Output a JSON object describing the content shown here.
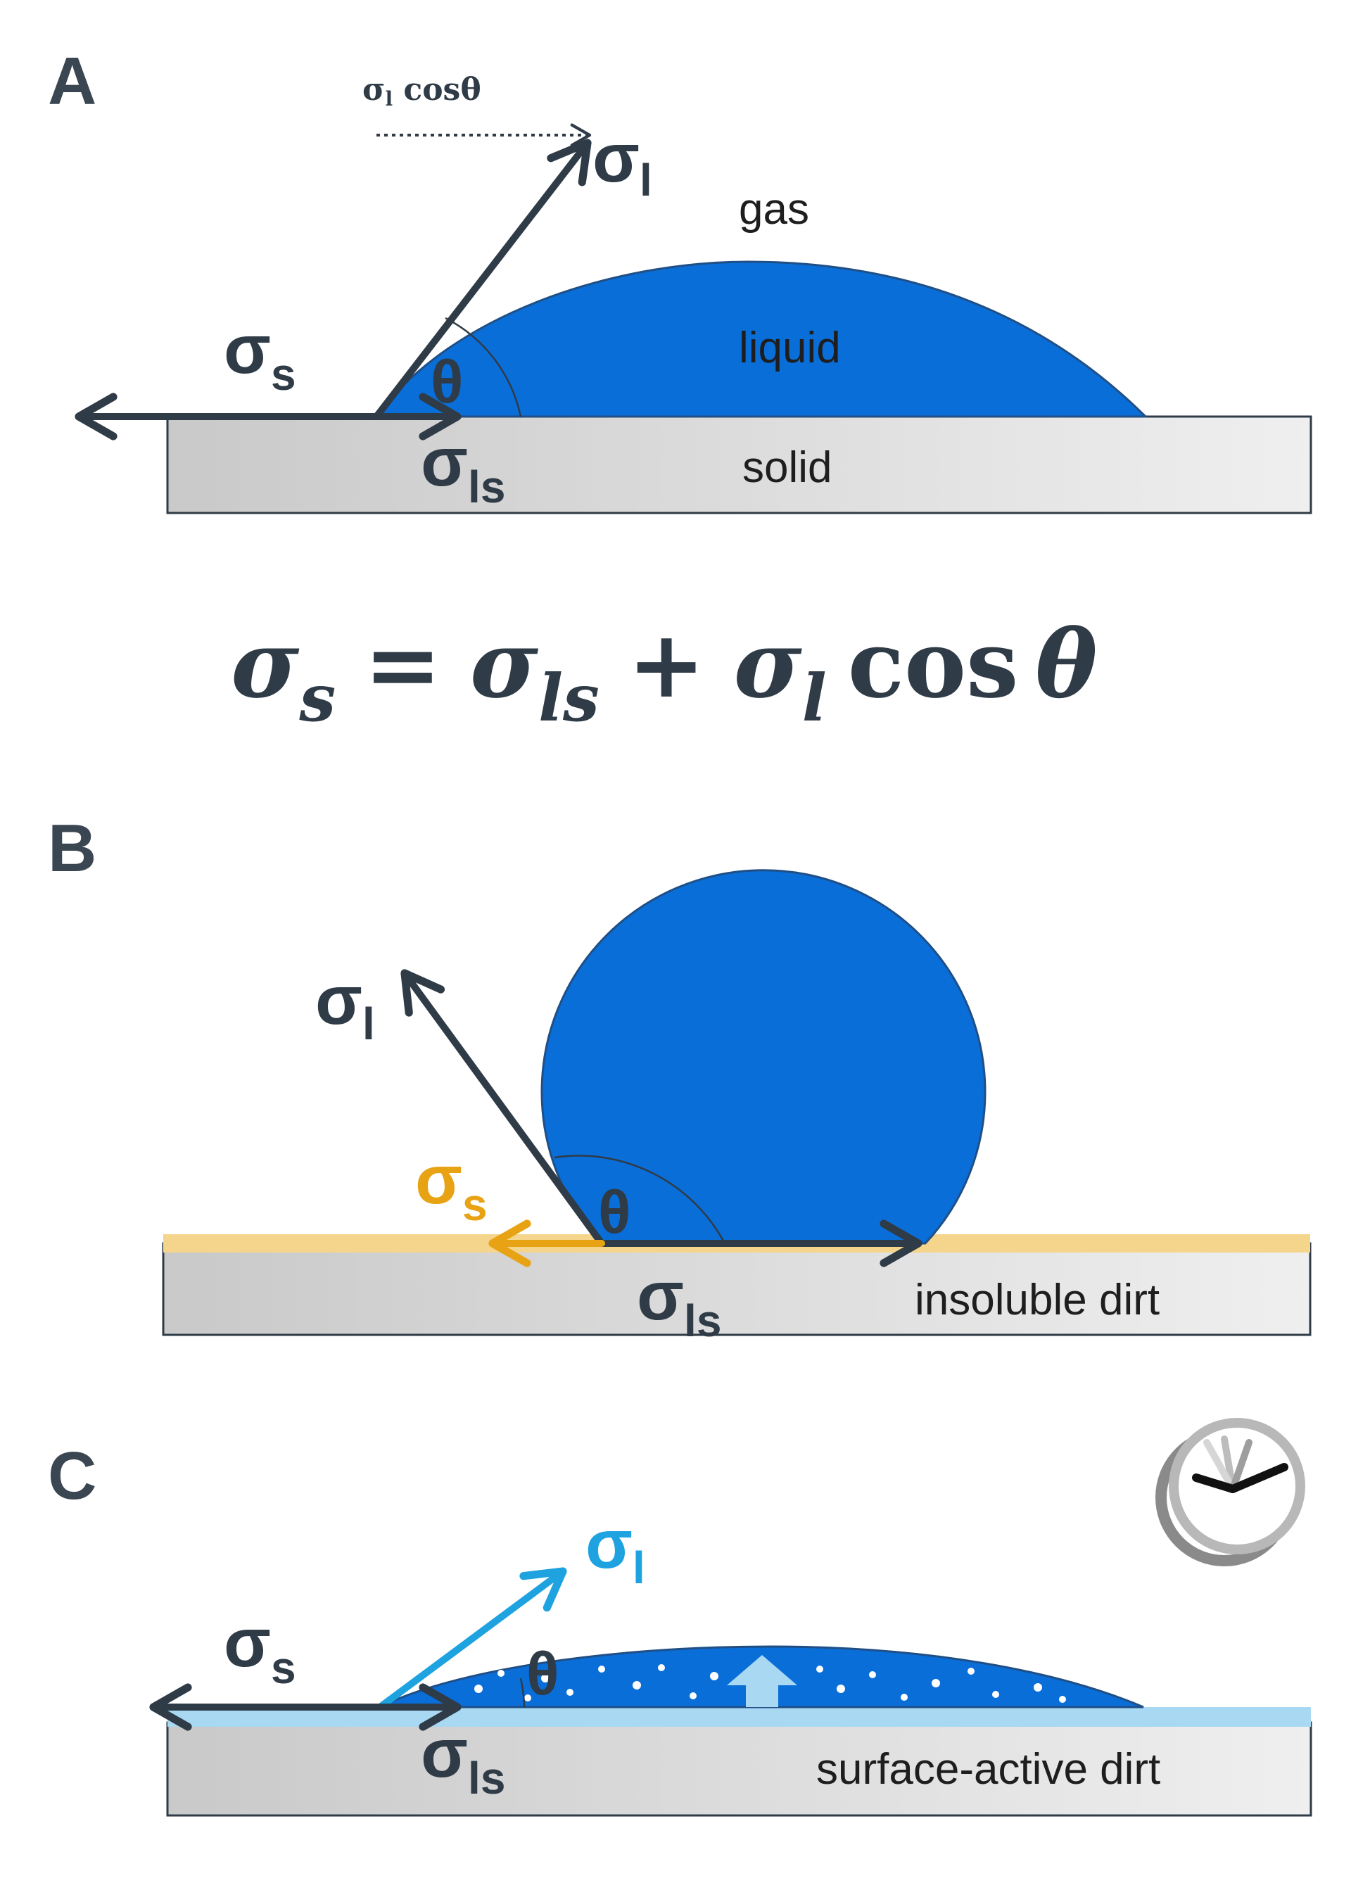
{
  "colors": {
    "ink": "#2f3b47",
    "liquid": "#0a6ed9",
    "liquid_edge": "#1f4f86",
    "solid_light": "#ececec",
    "solid_dark": "#c6c6c6",
    "dirt_yellow": "#f5d48c",
    "sigma_s_yellow": "#e8a315",
    "light_blue": "#a8d8f2",
    "sigma_l_blue": "#1ea2e0"
  },
  "panelA": {
    "letter": "A",
    "proj_label_main": "σ",
    "proj_label_sub": "l",
    "proj_label_rest": " cosθ",
    "sigma_l": "σ",
    "sigma_l_sub": "l",
    "sigma_s": "σ",
    "sigma_s_sub": "s",
    "sigma_ls": "σ",
    "sigma_ls_sub": "ls",
    "theta": "θ",
    "gas": "gas",
    "liquid": "liquid",
    "solid": "solid"
  },
  "equation": {
    "s1": "σ",
    "s1_sub": "s",
    "eq": "=",
    "s2": "σ",
    "s2_sub": "ls",
    "plus": "+",
    "s3": "σ",
    "s3_sub": "l",
    "cos": "cos",
    "theta": "θ"
  },
  "panelB": {
    "letter": "B",
    "sigma_l": "σ",
    "sigma_l_sub": "l",
    "sigma_s": "σ",
    "sigma_s_sub": "s",
    "sigma_ls": "σ",
    "sigma_ls_sub": "ls",
    "theta": "θ",
    "dirt": "insoluble dirt"
  },
  "panelC": {
    "letter": "C",
    "sigma_l": "σ",
    "sigma_l_sub": "l",
    "sigma_s": "σ",
    "sigma_s_sub": "s",
    "sigma_ls": "σ",
    "sigma_ls_sub": "ls",
    "theta": "θ",
    "dirt": "surface-active dirt",
    "icon": "clock-icon"
  }
}
